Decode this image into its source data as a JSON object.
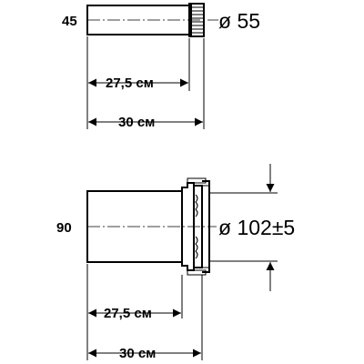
{
  "top_pipe": {
    "height_label": "45",
    "diameter_label": "ø 55",
    "dim_inner_label": "27,5 см",
    "dim_total_label": "30 см"
  },
  "bottom_pipe": {
    "height_label": "90",
    "diameter_label": "ø 102±5",
    "dim_inner_label": "27,5 см",
    "dim_total_label": "30 см"
  }
}
